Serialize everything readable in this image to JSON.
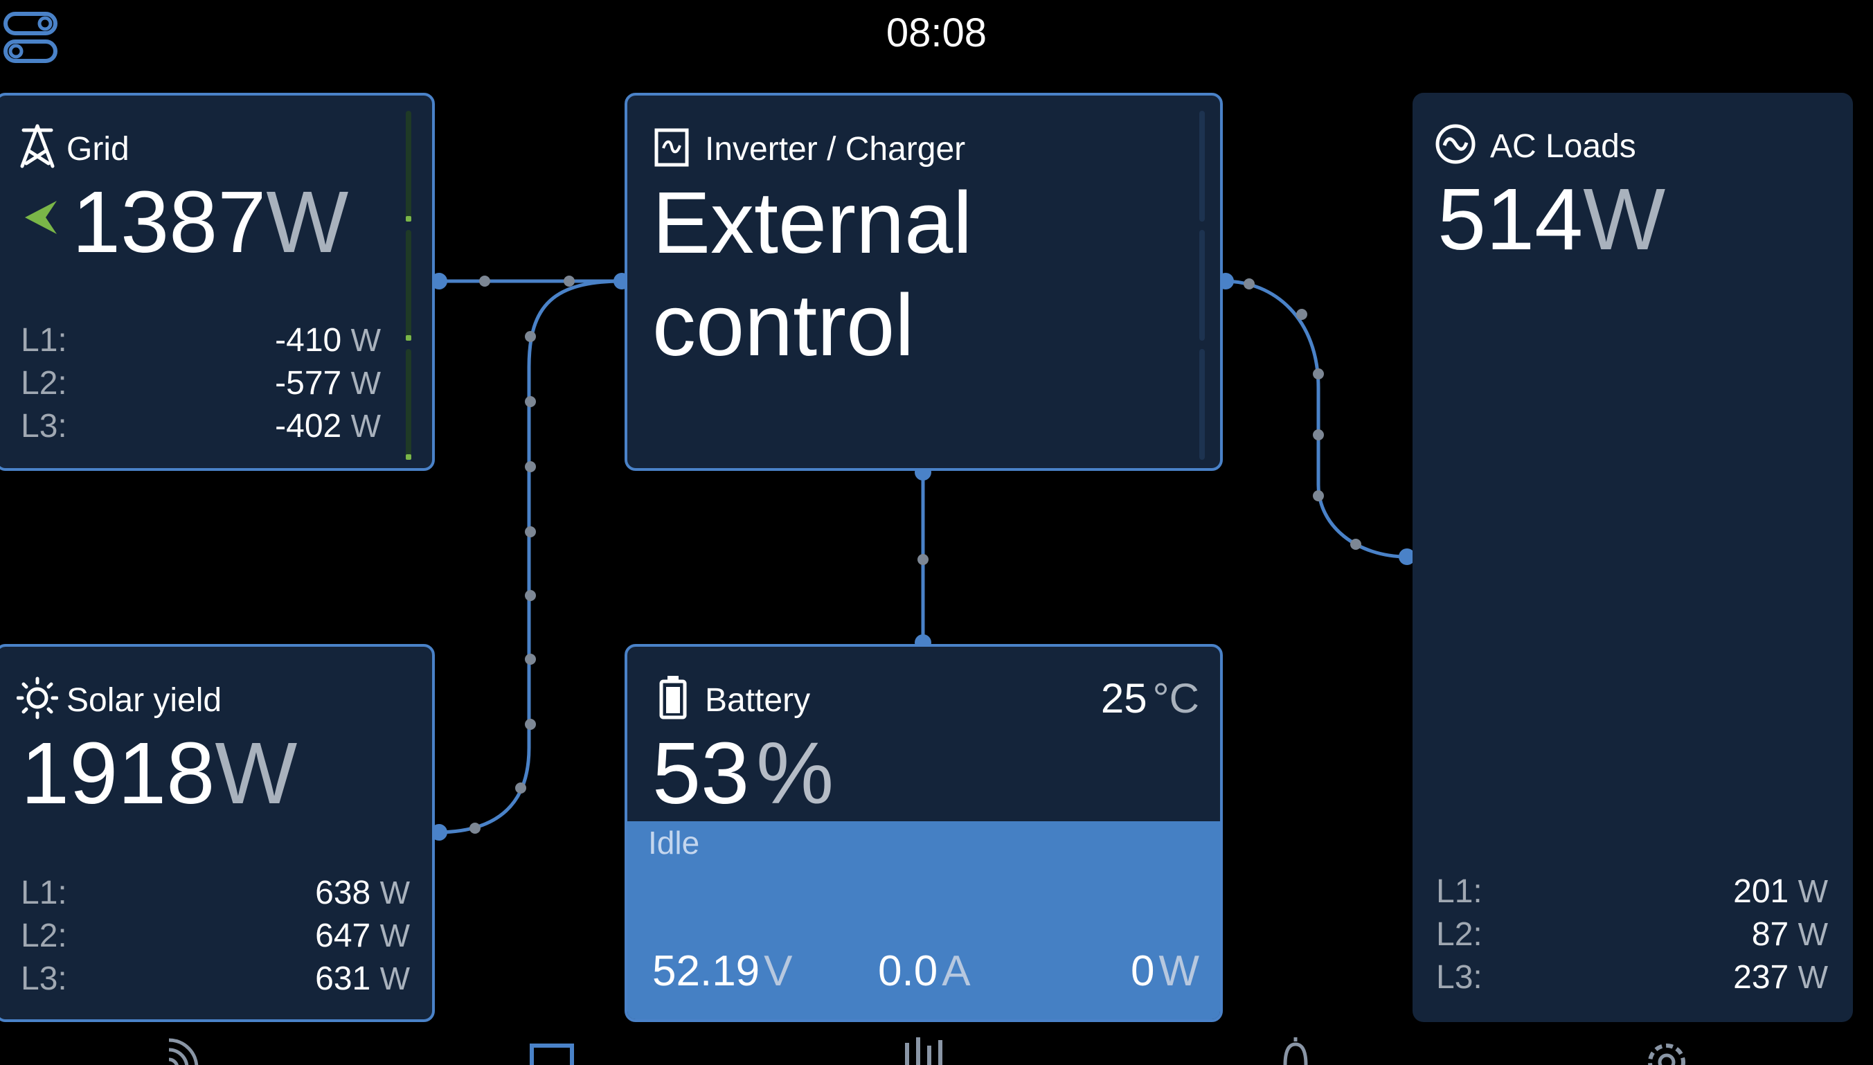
{
  "header": {
    "time": "08:08",
    "toggle_icon": "toggle-switch-icon"
  },
  "colors": {
    "card_bg": "#14243a",
    "card_border": "#4a82c8",
    "accent_green": "#7ab648",
    "battery_fill": "#4580c4",
    "unit_grey": "#a9b2bd"
  },
  "grid": {
    "title": "Grid",
    "icon": "transmission-tower-icon",
    "value": "1387",
    "unit": "W",
    "direction_icon": "arrow-left-icon",
    "phases": [
      {
        "label": "L1:",
        "value": "-410",
        "unit": "W"
      },
      {
        "label": "L2:",
        "value": "-577",
        "unit": "W"
      },
      {
        "label": "L3:",
        "value": "-402",
        "unit": "W"
      }
    ]
  },
  "inverter": {
    "title": "Inverter / Charger",
    "icon": "inverter-icon",
    "state_line1": "External",
    "state_line2": "control"
  },
  "ac_loads": {
    "title": "AC Loads",
    "icon": "ac-sine-icon",
    "value": "514",
    "unit": "W",
    "phases": [
      {
        "label": "L1:",
        "value": "201",
        "unit": "W"
      },
      {
        "label": "L2:",
        "value": "87",
        "unit": "W"
      },
      {
        "label": "L3:",
        "value": "237",
        "unit": "W"
      }
    ]
  },
  "solar": {
    "title": "Solar yield",
    "icon": "sun-icon",
    "value": "1918",
    "unit": "W",
    "phases": [
      {
        "label": "L1:",
        "value": "638",
        "unit": "W"
      },
      {
        "label": "L2:",
        "value": "647",
        "unit": "W"
      },
      {
        "label": "L3:",
        "value": "631",
        "unit": "W"
      }
    ]
  },
  "battery": {
    "title": "Battery",
    "icon": "battery-icon",
    "temp_value": "25",
    "temp_unit": "°C",
    "soc": "53",
    "soc_unit": "%",
    "soc_fraction": 0.53,
    "state": "Idle",
    "voltage": "52.19",
    "voltage_unit": "V",
    "current": "0.0",
    "current_unit": "A",
    "power": "0",
    "power_unit": "W"
  },
  "nav": {
    "icons": [
      "remote-console-icon",
      "overview-icon",
      "levels-icon",
      "notifications-icon",
      "settings-icon"
    ]
  }
}
